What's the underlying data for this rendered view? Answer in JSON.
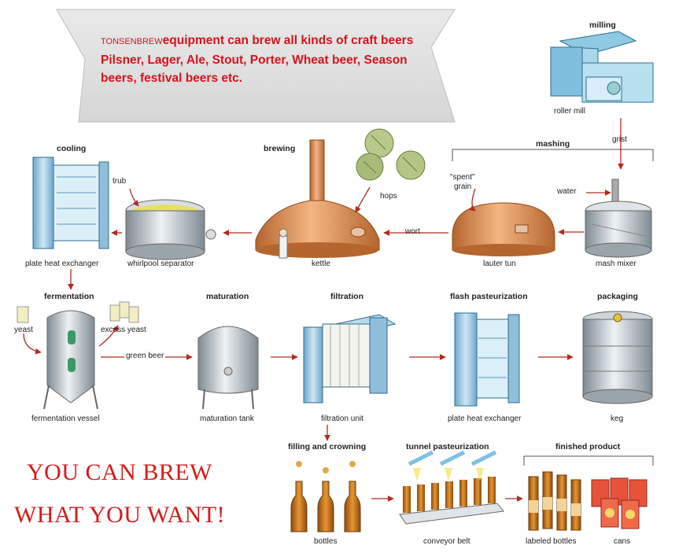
{
  "banner": {
    "brand": "TONSENBREW",
    "line1": "equipment can brew all kinds of craft beers",
    "line2": "Pilsner, Lager, Ale, Stout, Porter, Wheat beer, Season",
    "line3": "beers, festival beers etc."
  },
  "slogan": {
    "line1": "YOU CAN BREW",
    "line2": "WHAT YOU WANT!"
  },
  "stages": {
    "milling": "milling",
    "mashing": "mashing",
    "brewing": "brewing",
    "cooling": "cooling",
    "fermentation": "fermentation",
    "maturation": "maturation",
    "filtration": "filtration",
    "flash_pasteurization": "flash pasteurization",
    "packaging": "packaging",
    "filling_crowning": "filling and crowning",
    "tunnel_pasteurization": "tunnel pasteurization",
    "finished_product": "finished product"
  },
  "equipment": {
    "roller_mill": "roller mill",
    "mash_mixer": "mash mixer",
    "lauter_tun": "lauter tun",
    "kettle": "kettle",
    "whirlpool_separator": "whirlpool separator",
    "plate_heat_exchanger_1": "plate heat exchanger",
    "fermentation_vessel": "fermentation vessel",
    "maturation_tank": "maturation tank",
    "filtration_unit": "filtration unit",
    "plate_heat_exchanger_2": "plate heat exchanger",
    "keg": "keg",
    "bottles": "bottles",
    "conveyor_belt": "conveyor belt",
    "labeled_bottles": "labeled bottles",
    "cans": "cans"
  },
  "flows": {
    "grist": "grist",
    "water": "water",
    "spent_grain_1": "\"spent\"",
    "spent_grain_2": "grain",
    "wort": "wort",
    "hops": "hops",
    "trub": "trub",
    "yeast": "yeast",
    "excess_yeast": "excess yeast",
    "green_beer": "green beer"
  },
  "colors": {
    "banner_text": "#d4141c",
    "slogan": "#d61a1a",
    "arrow": "#b22a1e",
    "copper": "#d98a4e",
    "steel": "#b9c3cb",
    "plate_blue": "#9ecbe6",
    "beer_amber": "#c9731d"
  }
}
